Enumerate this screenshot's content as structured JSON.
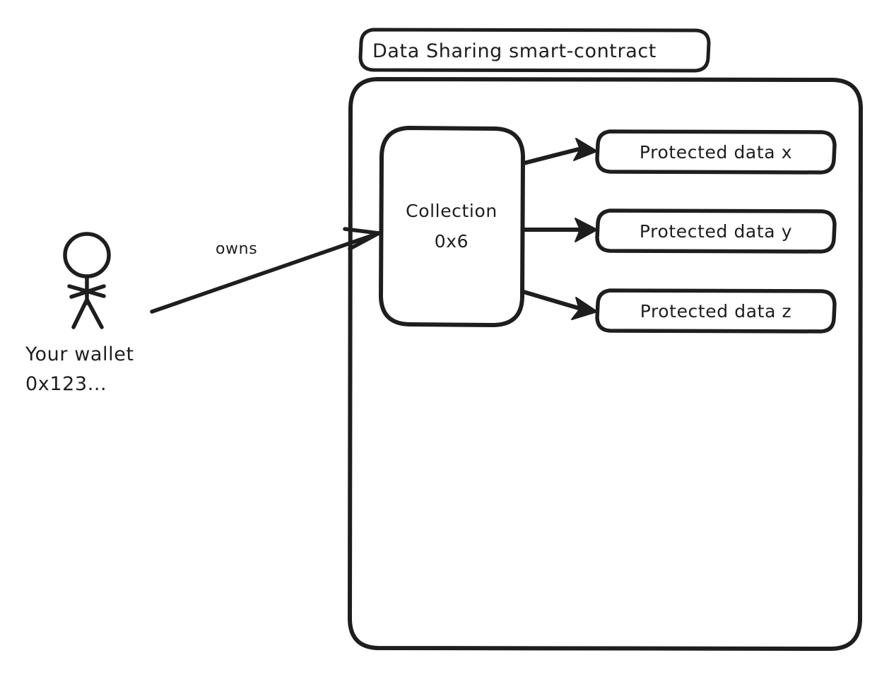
{
  "diagram": {
    "title": "Data Sharing smart-contract",
    "background_color": "#ffffff",
    "stroke_color": "#1e1e1e",
    "style": "hand-drawn"
  },
  "container": {
    "label": "Data Sharing smart-contract"
  },
  "actor": {
    "icon": "stick-figure-person",
    "label_line1": "Your wallet",
    "label_line2": "0x123..."
  },
  "relations": [
    {
      "label": "owns",
      "from": "Your wallet 0x123...",
      "to": "Collection 0x6"
    }
  ],
  "collection": {
    "label_line1": "Collection",
    "label_line2": "0x6"
  },
  "protected_data": [
    {
      "label": "Protected data x"
    },
    {
      "label": "Protected data y"
    },
    {
      "label": "Protected data z"
    }
  ]
}
